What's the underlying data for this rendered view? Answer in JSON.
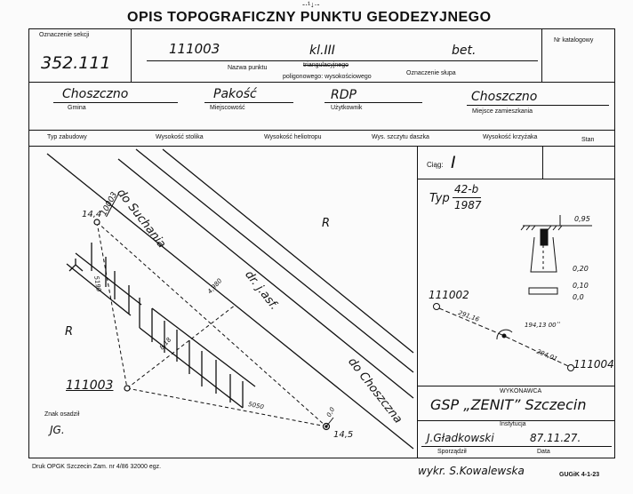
{
  "form": {
    "top_mark": "-·¹↓·-",
    "title": "OPIS TOPOGRAFICZNY PUNKTU GEODEZYJNEGO",
    "label_sheet": "Oznaczenie sekcji",
    "label_catalog": "Nr katalogowy",
    "label_point_name": "Nazwa punktu",
    "label_triangulation": "triangulacyjnego",
    "label_polygon": "poligonowego: wysokościowego",
    "label_pillar": "Oznaczenie słupa",
    "label_gmina": "Gmina",
    "label_miejscowosc": "Miejscowość",
    "label_uzytkownik": "Użytkownik",
    "label_residence": "Miejsce zamieszkania",
    "label_building_type": "Typ zabudowy",
    "label_table_height": "Wysokość stolika",
    "label_heliotrope_height": "Wysokość heliotropu",
    "label_roof_height": "Wys. szczytu daszka",
    "label_cross_height": "Wysokość krzyżaka",
    "label_state": "Stan",
    "label_series": "Ciąg:",
    "label_type": "Typ",
    "label_contractor": "WYKONAWCA",
    "label_institution": "Instytucja",
    "label_compiled_by": "Sporządził",
    "label_date": "Data",
    "label_stabilized_by": "Znak osadził",
    "footer_print": "Druk OPGK Szczecin Zam. nr 4/86   32000 egz.",
    "footer_code": "GUGiK 4-1-23"
  },
  "values": {
    "sheet": "352.111",
    "point_name": "111003",
    "class": "kl.III",
    "pillar": "bet.",
    "gmina": "Choszczno",
    "miejscowosc": "Pakość",
    "uzytkownik": "RDP",
    "residence": "Choszczno",
    "series": "I",
    "type_top": "42-b",
    "type_bottom": "1987",
    "institution": "GSP „ZENIT” Szczecin",
    "compiled_by": "J.Gładkowski",
    "date": "87.11.27.",
    "stabilized_by": "JG.",
    "drawn_by": "wykr. S.Kowalewska"
  },
  "sketch": {
    "road_upper": "do Suchania",
    "road_lower": "do Choszczna",
    "road_name": "dr. j.asf.",
    "land_r": "R",
    "pt_height_tl": "14,4",
    "pt_id_tl": "10003",
    "pt_main": "111003",
    "pt_height_br": "14,5",
    "dist_5190": "5190",
    "dist_4980": "4,980",
    "dist_818": "8,18",
    "dist_5050": "5050",
    "pt_zero": "0,0"
  },
  "profile": {
    "h_095": "0,95",
    "h_020": "0,20",
    "h_010": "0,10",
    "h_00": "0,0"
  },
  "traverse": {
    "pt_left": "111002",
    "pt_right": "111004",
    "d_left": "291,16",
    "angle": "194,13 00ʹʹ",
    "d_right": "294,01"
  }
}
